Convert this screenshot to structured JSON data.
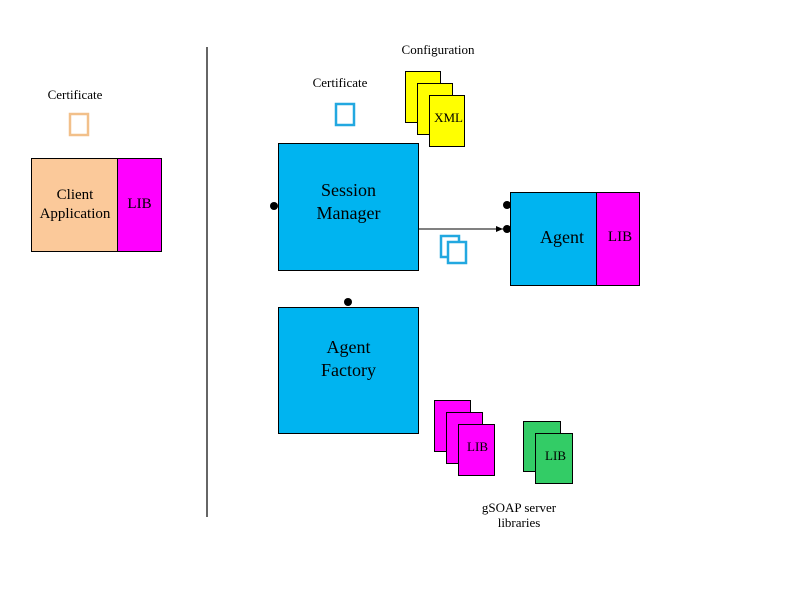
{
  "labels": {
    "configuration": "Configuration",
    "certificate_client": "Certificate",
    "certificate_server": "Certificate",
    "xml": "XML",
    "client_application": "Client\nApplication",
    "lib_client": "LIB",
    "session_manager": "Session\nManager",
    "agent": "Agent",
    "lib_agent": "LIB",
    "agent_factory": "Agent\nFactory",
    "lib_stack_pink": "LIB",
    "lib_stack_green": "LIB",
    "gsoap": "gSOAP server\nlibraries"
  },
  "colors": {
    "blue": "#00b4f0",
    "peach": "#fbc99a",
    "magenta": "#ff00ff",
    "yellow": "#ffff00",
    "green": "#33cc66",
    "cert_client": "#f2c08a",
    "cert_server": "#22a8e0"
  }
}
